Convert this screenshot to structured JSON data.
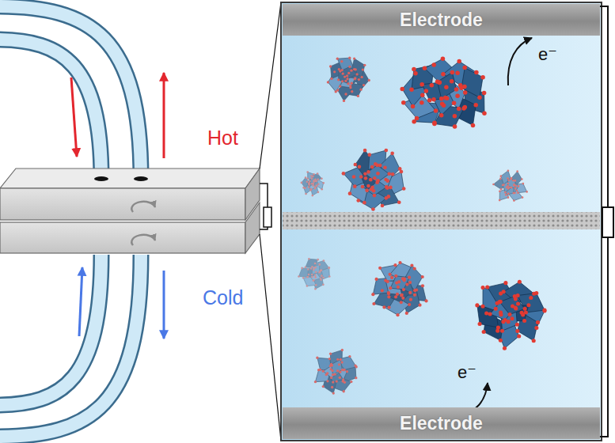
{
  "diagram": {
    "nodes": [
      {
        "text": [
          "Electrode"
        ]
      },
      {
        "text": [
          "Electrode"
        ]
      }
    ],
    "edges": [
      {
        "from": 0,
        "to": 1,
        "arrow": "none"
      }
    ],
    "labels": [
      "e⁻",
      "Hot",
      "Cold",
      "e⁻"
    ]
  }
}
